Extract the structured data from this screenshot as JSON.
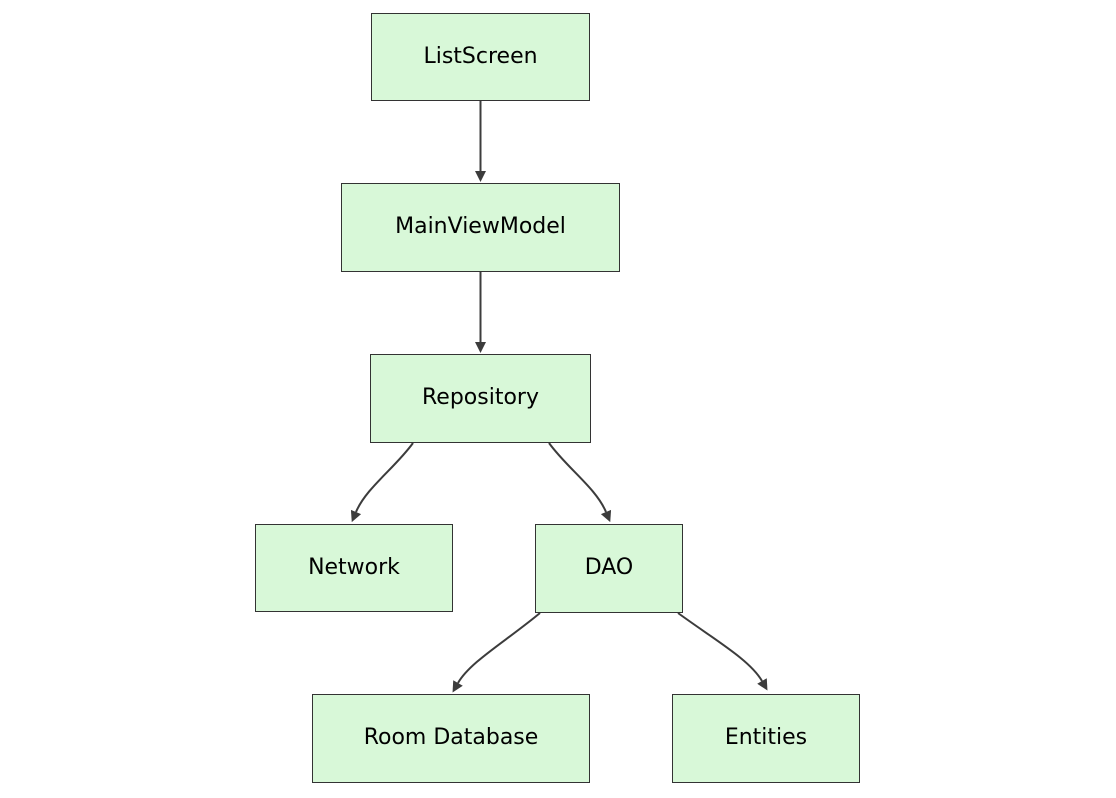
{
  "diagram": {
    "type": "flowchart",
    "direction": "top-down",
    "background_color": "#ffffff",
    "node_fill_color": "#d8f8d8",
    "node_border_color": "#333333",
    "edge_color": "#3c3c3c",
    "text_color": "#000000",
    "nodes": [
      {
        "id": "listscreen",
        "label": "ListScreen"
      },
      {
        "id": "mainviewmodel",
        "label": "MainViewModel"
      },
      {
        "id": "repository",
        "label": "Repository"
      },
      {
        "id": "network",
        "label": "Network"
      },
      {
        "id": "dao",
        "label": "DAO"
      },
      {
        "id": "room-database",
        "label": "Room Database"
      },
      {
        "id": "entities",
        "label": "Entities"
      }
    ],
    "edges": [
      {
        "from": "ListScreen",
        "to": "MainViewModel",
        "style": "arrow"
      },
      {
        "from": "MainViewModel",
        "to": "Repository",
        "style": "arrow"
      },
      {
        "from": "Repository",
        "to": "Network",
        "style": "arrow"
      },
      {
        "from": "Repository",
        "to": "DAO",
        "style": "arrow"
      },
      {
        "from": "DAO",
        "to": "Room Database",
        "style": "arrow"
      },
      {
        "from": "DAO",
        "to": "Entities",
        "style": "arrow"
      }
    ]
  }
}
